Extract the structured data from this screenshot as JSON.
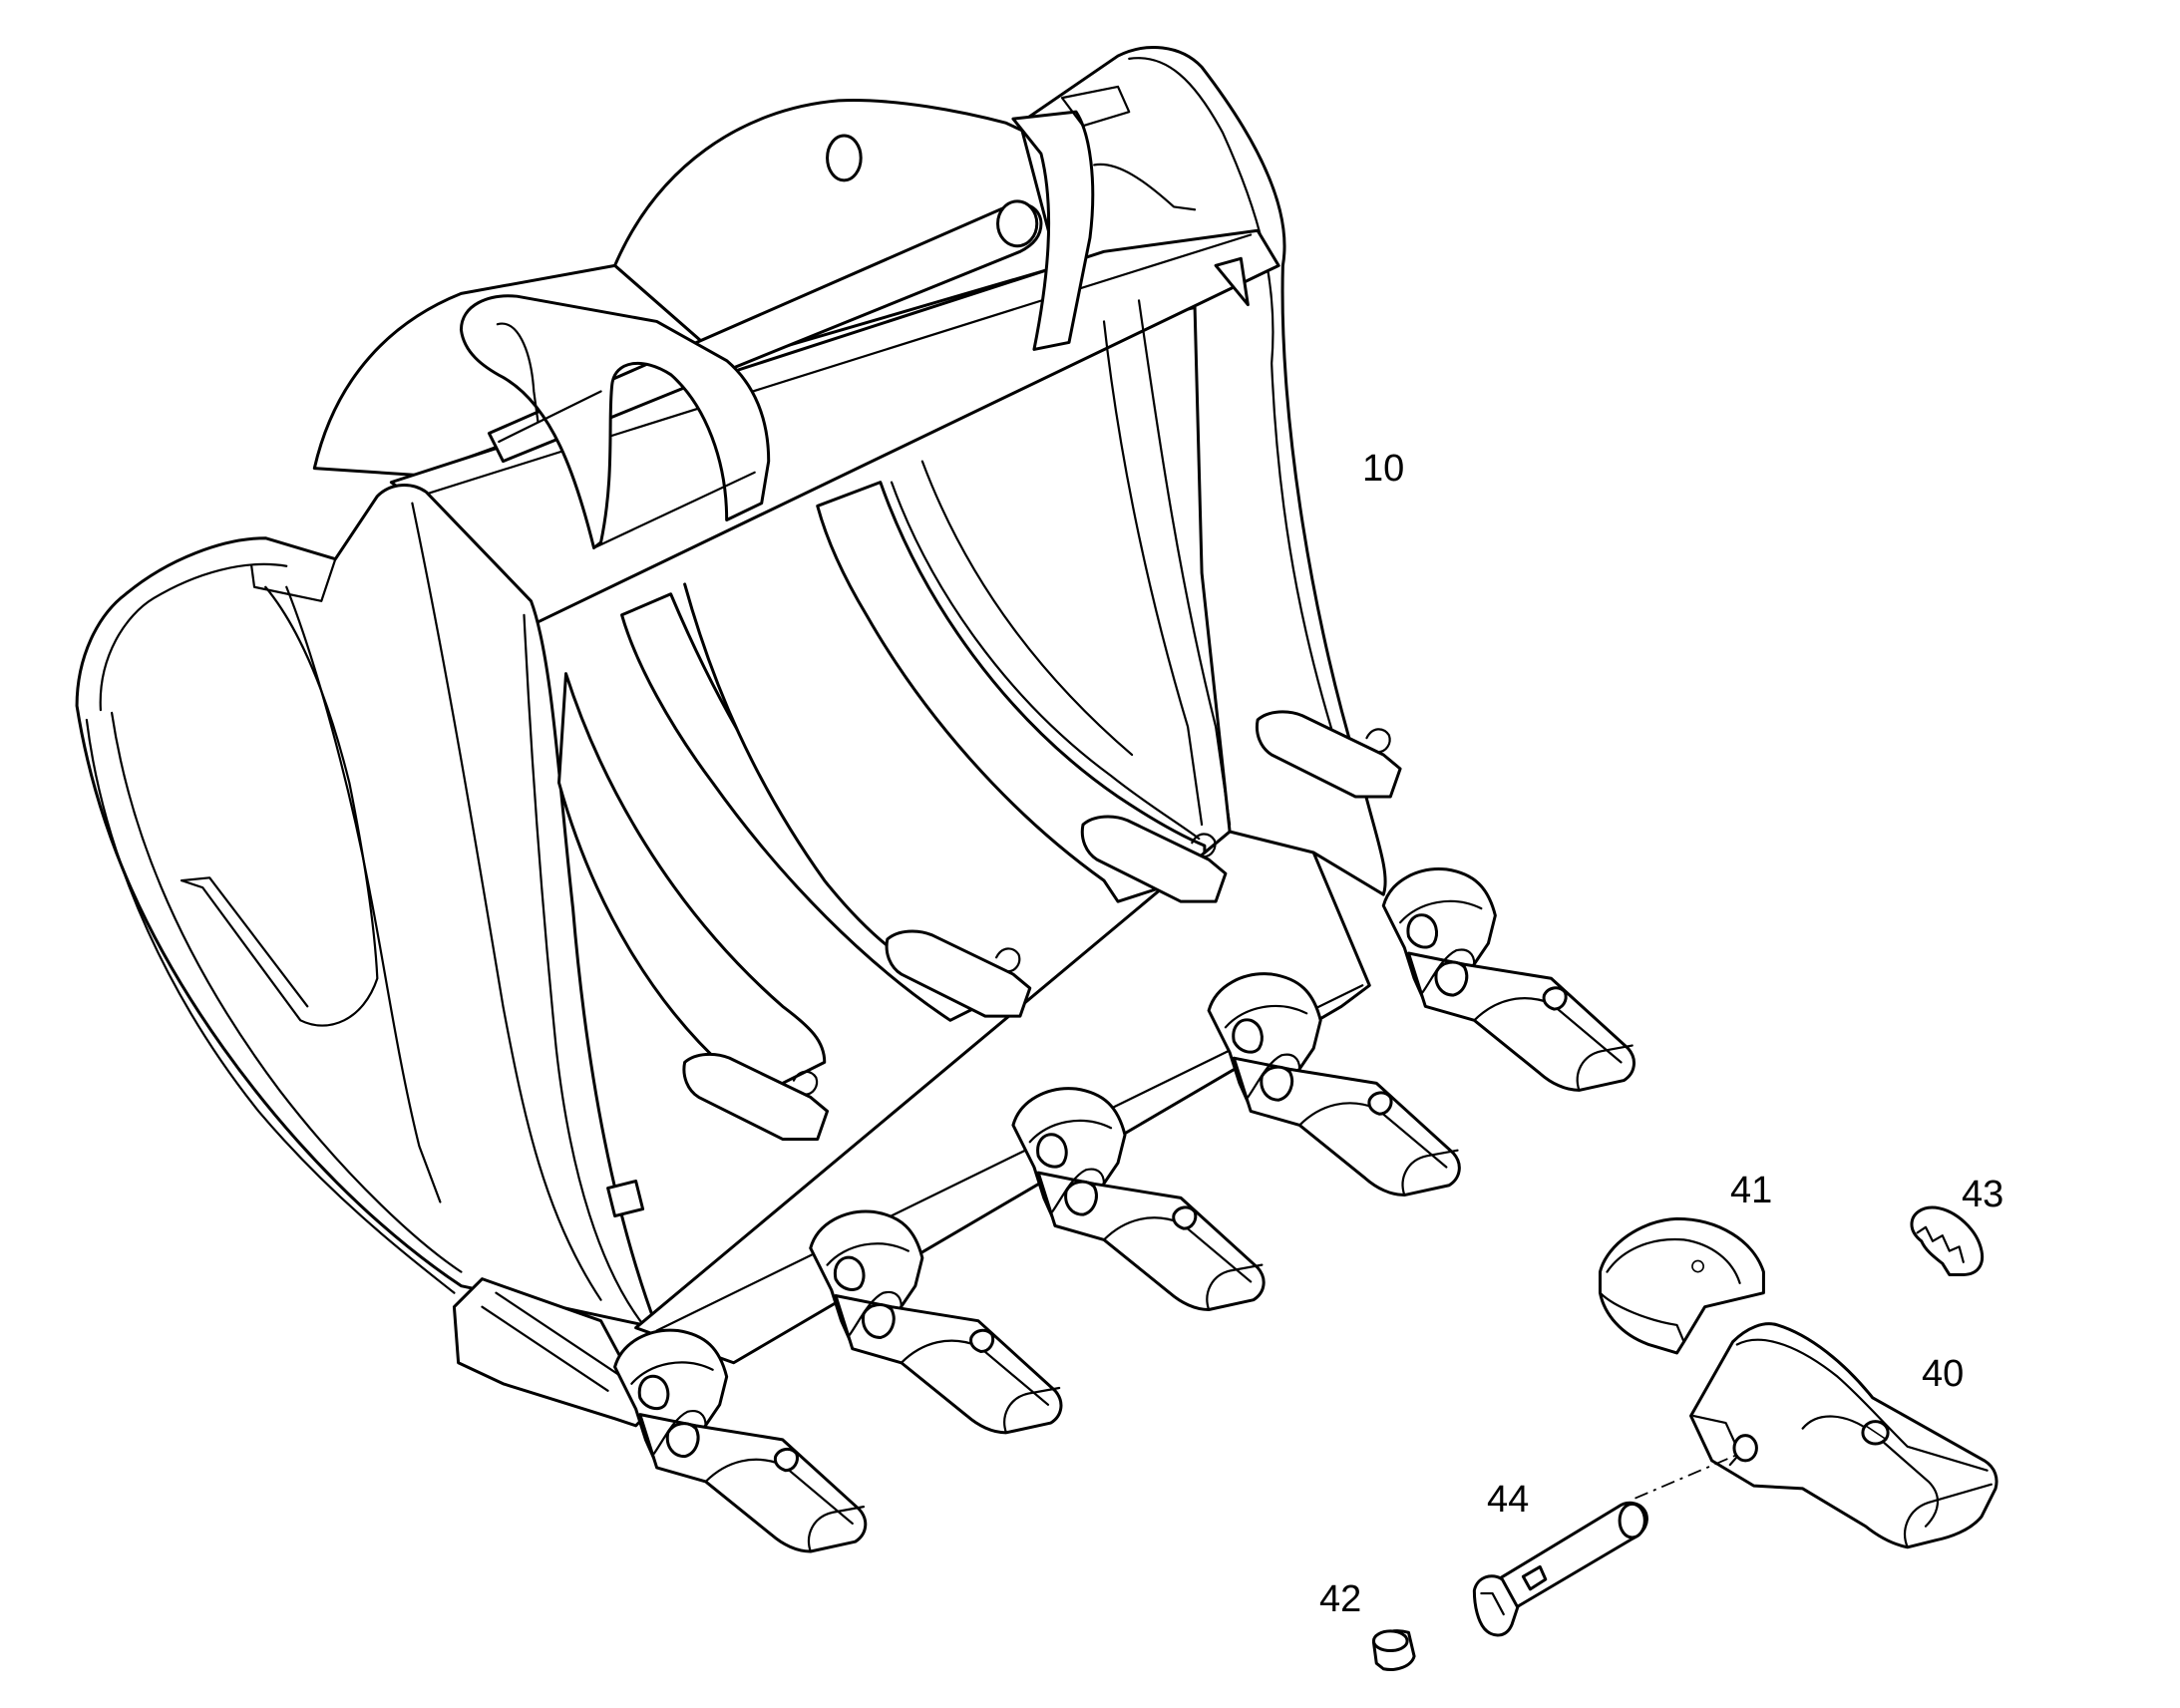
{
  "callouts": {
    "c10": "10",
    "c40": "40",
    "c41": "41",
    "c42": "42",
    "c43": "43",
    "c44": "44"
  }
}
